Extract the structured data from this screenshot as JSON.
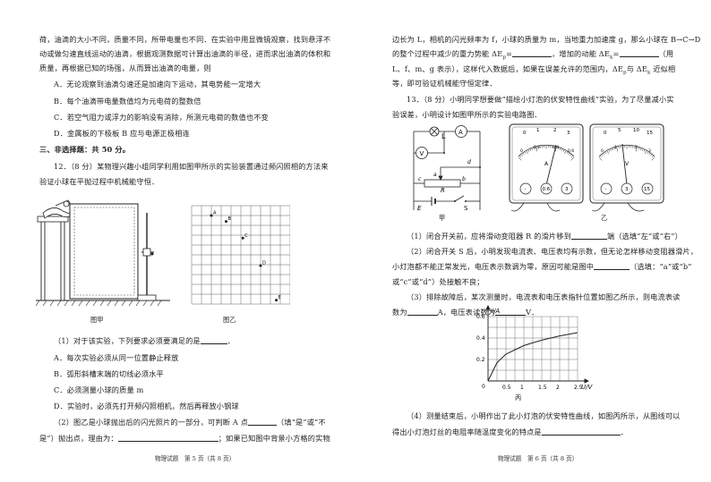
{
  "left_page": {
    "lines": [
      "荷，油滴的大小不同，质量不同，所带电量也不同．在实验中用显微镜观察，找到悬浮不",
      "动或做匀速直线运动的油滴，根据观测数据可计算出油滴的半径，进而求出油滴的体积和",
      "质量，再根据已知的场强，从而算出油滴的电量，则",
      "A．无论观察到油滴匀速还是加速向下运动，其电势能一定增大",
      "B．每个油滴带电量数值均为元电荷的整数倍",
      "C．若空气阻力或浮力的影响没有消除，所测元电荷的数值也不变",
      "D．金属板的下极板 B 应与电源正极相连"
    ],
    "section_title": "三、非选择题：共 50 分。",
    "q12_intro": [
      "12．（8 分）某物理兴趣小组同学利用如图甲所示的实验装置通过频闪照相的方法来",
      "验证小球在平抛过程中机械能守恒．"
    ],
    "fig_a_caption": "图甲",
    "fig_b_caption": "图乙",
    "photo_labels": [
      "A",
      "B",
      "C",
      "D",
      "E"
    ],
    "q12_part1": "（1）对于该实验，下列要求必须要满足的是",
    "q12_options": [
      "A．每次实验必须从同一位置静止释放",
      "B．弧形斜槽末端的切线必须水平",
      "C．必须测量小球的质量 m",
      "D．实验时，必须先打开频闪照相机，然后再释放小钢球"
    ],
    "q12_part2_a": "（2）图乙是小球抛出后的闪光照片的一部分，可判断 A 点",
    "q12_part2_b": "（填“是”或“不",
    "q12_part2_c": "是”）抛出点，理由为：",
    "q12_part2_d": "；如果已知图中背景小方格的实物",
    "footer": "物理试题　第 5 页（共 8 页）"
  },
  "right_page": {
    "top_lines": {
      "l1a": "边长为 L，相机的闪光频率为 f，小球的质量为 m，当地重力加速度 g，那么小球在 B→C→D",
      "l2a": "的整个过程中减少的重力势能 ΔE",
      "l2b": "=",
      "l2c": "，增加的动能 ΔE",
      "l2d": "=",
      "l2e": "（用",
      "l3": "L、f、m、g 表示），这样代入数据后，如果在误差允许的范围内，ΔE",
      "l3b": "与 ΔE",
      "l3c": " 近似相",
      "l4": "等，即可验证机械能守恒定律．"
    },
    "q13_lines": [
      "13．（8 分）小明同学想要做“描绘小灯泡的伏安特性曲线”实验，为了尽量减小实",
      "验误差，小明设计如图甲所示的实验电路图．"
    ],
    "circuit_labels": {
      "L": "L",
      "A": "A",
      "V": "V",
      "R": "R",
      "E": "E",
      "S": "S",
      "a": "a",
      "b": "b",
      "c": "c",
      "d": "d"
    },
    "fig_jia": "甲",
    "fig_yi": "乙",
    "fig_bing": "丙",
    "ammeter": {
      "unit": "A",
      "ticks": [
        "0",
        "1",
        "2",
        "3"
      ],
      "subticks": [
        "0",
        "0.2",
        "0.4",
        "0.6"
      ],
      "terminals": [
        "-",
        "0.6",
        "3"
      ]
    },
    "voltmeter": {
      "unit": "V",
      "ticks": [
        "0",
        "5",
        "10",
        "15"
      ],
      "subticks": [
        "0",
        "1",
        "2",
        "3"
      ],
      "terminals": [
        "-",
        "3",
        "15"
      ]
    },
    "q13_p1": "（1）闭合开关前，应将滑动变阻器 R 的滑片移到",
    "q13_p1b": "端（选填“左”或“右”）",
    "q13_p2a": "（2）闭合开关 S 后，小明发现电流表、电压表均有示数，但无论怎样移动变阻器滑片，",
    "q13_p2b": "小灯泡都不能正常发光，电压表示数调为零，原因可能是图中",
    "q13_p2c": "（选填：“a”或“b”",
    "q13_p2d": "或“c”或“d”）处接触不良；",
    "q13_p3a": "（3）排除故障后，某次测量时，电流表和电压表指针位置如图乙所示，则电流表读",
    "q13_p3b": "数为",
    "q13_p3c": "A，电压表读数为",
    "q13_p3d": "V．",
    "graph": {
      "ylabel": "I/A",
      "xlabel": "U/V",
      "yticks": [
        "0.2",
        "0.4",
        "0.6"
      ],
      "xticks": [
        "0.5",
        "1",
        "1.5",
        "2",
        "2.5"
      ],
      "origin": "0"
    },
    "chart_data": {
      "type": "line",
      "xlabel": "U/V",
      "ylabel": "I/A",
      "xlim": [
        0,
        2.5
      ],
      "ylim": [
        0,
        0.6
      ],
      "series": [
        {
          "x": [
            0,
            0.25,
            0.5,
            1.0,
            1.5,
            2.0,
            2.5
          ],
          "values": [
            0,
            0.17,
            0.25,
            0.33,
            0.38,
            0.42,
            0.45
          ]
        }
      ]
    },
    "q13_p4a": "（4）测量结束后，小明作出了此小灯泡的伏安特性曲线，如图丙所示，从图线可以",
    "q13_p4b": "得出小灯泡灯丝的电阻率随温度变化的特点是",
    "footer": "物理试题　第 6 页（共 8 页）"
  }
}
